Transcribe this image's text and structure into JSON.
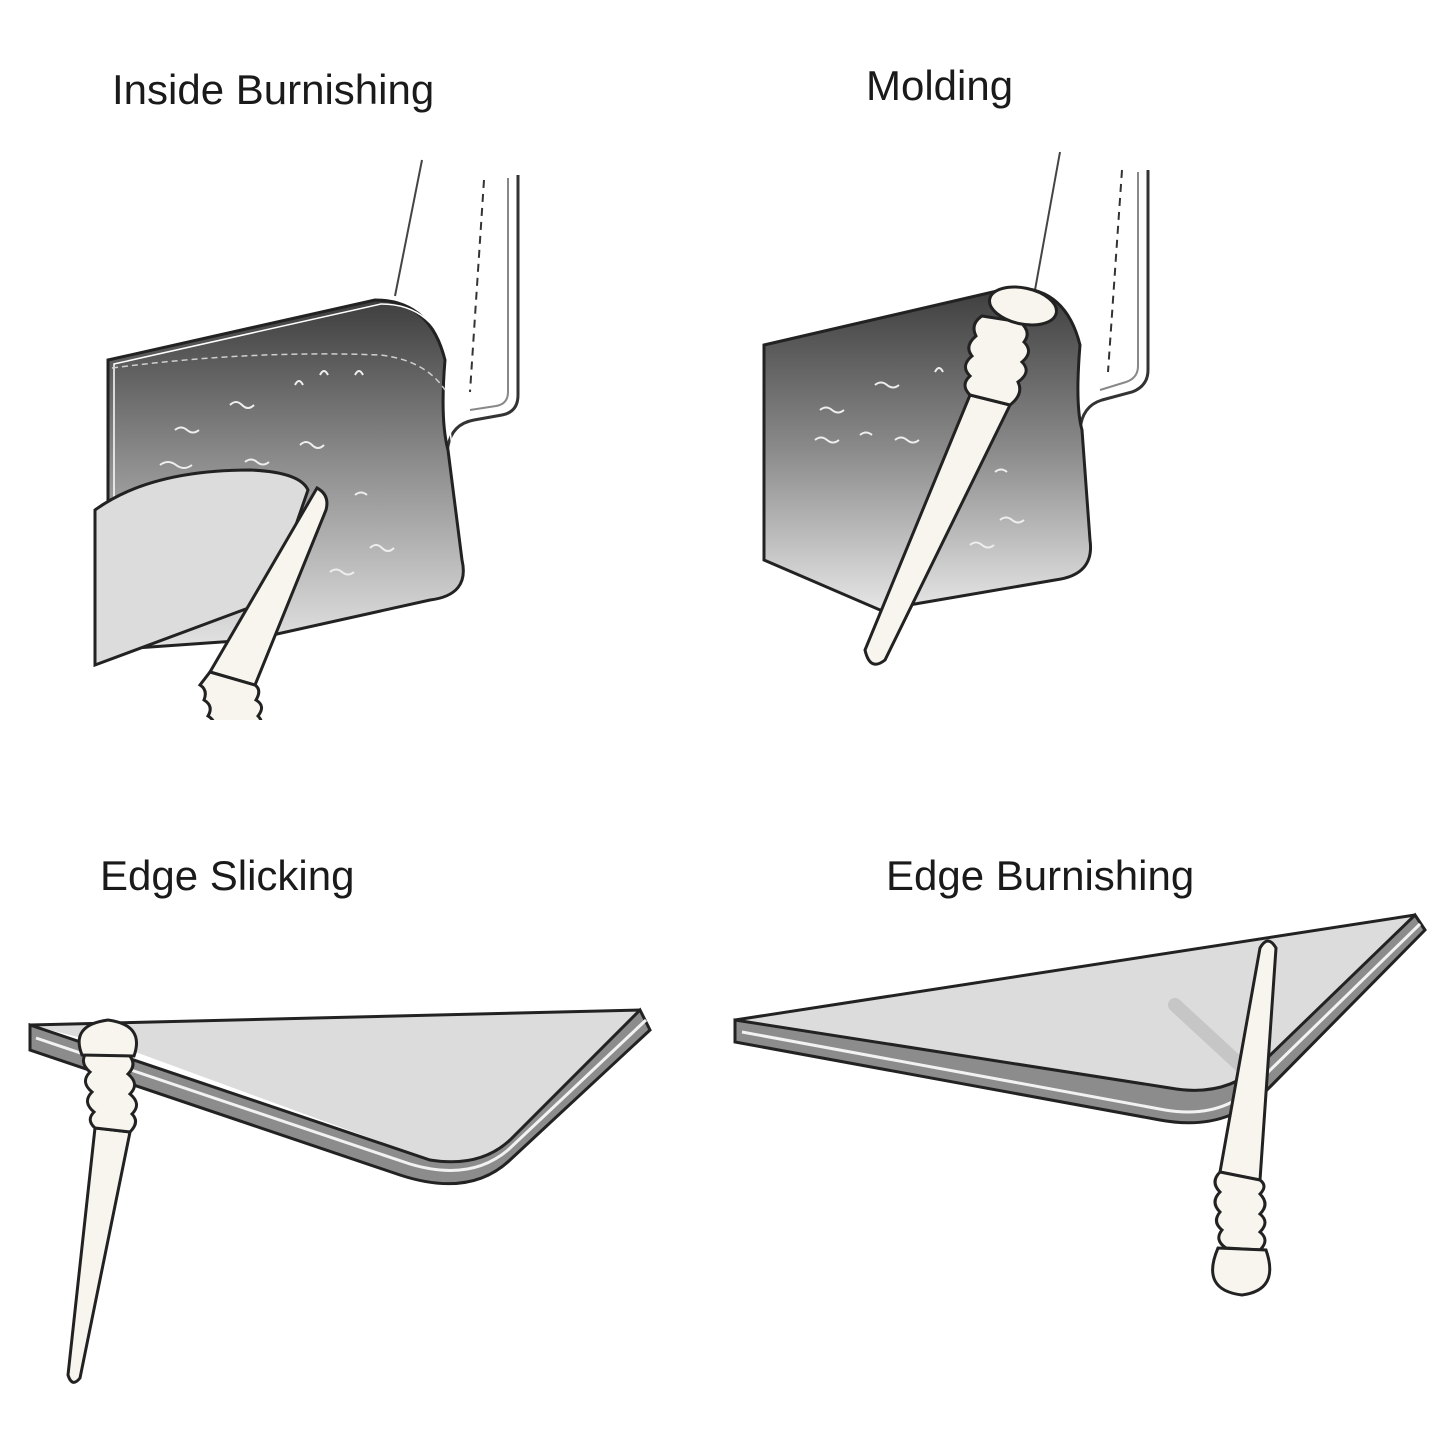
{
  "panels": [
    {
      "id": "inside",
      "label": "Inside Burnishing"
    },
    {
      "id": "molding",
      "label": "Molding"
    },
    {
      "id": "slicking",
      "label": "Edge Slicking"
    },
    {
      "id": "edge",
      "label": "Edge Burnishing"
    }
  ],
  "colors": {
    "leather_dark": "#4a4a4a",
    "leather_mid": "#8c8c8c",
    "leather_light": "#d9d9d9",
    "tool_fill": "#f7f5ee",
    "outline": "#222222",
    "panel_face": "#dcdcdc"
  }
}
